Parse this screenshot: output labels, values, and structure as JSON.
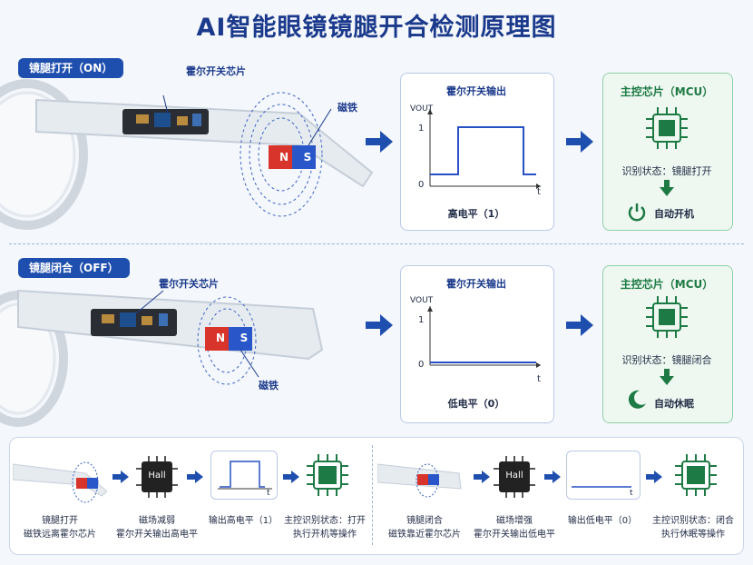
{
  "title": "AI智能眼镜镜腿开合检测原理图",
  "top": {
    "state_label": "镜腿打开（ON）",
    "chip_label": "霍尔开关芯片",
    "magnet_label": "磁铁",
    "magnet_n": "N",
    "magnet_s": "S",
    "signal_title": "霍尔开关输出",
    "vout": "VOUT",
    "tick_1": "1",
    "tick_0": "0",
    "t_label": "t",
    "signal_caption": "高电平（1）",
    "mcu_title": "主控芯片（MCU）",
    "mcu_status": "识别状态：镜腿打开",
    "mcu_action": "自动开机",
    "signal_level": 1
  },
  "middle": {
    "state_label": "镜腿闭合（OFF）",
    "chip_label": "霍尔开关芯片",
    "magnet_label": "磁铁",
    "magnet_n": "N",
    "magnet_s": "S",
    "signal_title": "霍尔开关输出",
    "vout": "VOUT",
    "tick_1": "1",
    "tick_0": "0",
    "t_label": "t",
    "signal_caption": "低电平（0）",
    "mcu_title": "主控芯片（MCU）",
    "mcu_status": "识别状态：镜腿闭合",
    "mcu_action": "自动休眠",
    "signal_level": 0
  },
  "bottom": {
    "left": {
      "cap1": "镜腿打开",
      "cap1b": "磁铁远离霍尔芯片",
      "hall": "Hall",
      "cap2": "磁场减弱",
      "cap2b": "霍尔开关输出高电平",
      "cap3": "输出高电平（1）",
      "t": "t",
      "cap4": "主控识别状态：打开",
      "cap4b": "执行开机等操作"
    },
    "right": {
      "cap1": "镜腿闭合",
      "cap1b": "磁铁靠近霍尔芯片",
      "hall": "Hall",
      "cap2": "磁场增强",
      "cap2b": "霍尔开关输出低电平",
      "cap3": "输出低电平（0）",
      "t": "t",
      "cap4": "主控识别状态：闭合",
      "cap4b": "执行休眠等操作"
    }
  },
  "colors": {
    "brand": "#1f4fae",
    "mcu": "#1e7a44",
    "magnet_n": "#d9342b",
    "magnet_s": "#2957c9"
  }
}
